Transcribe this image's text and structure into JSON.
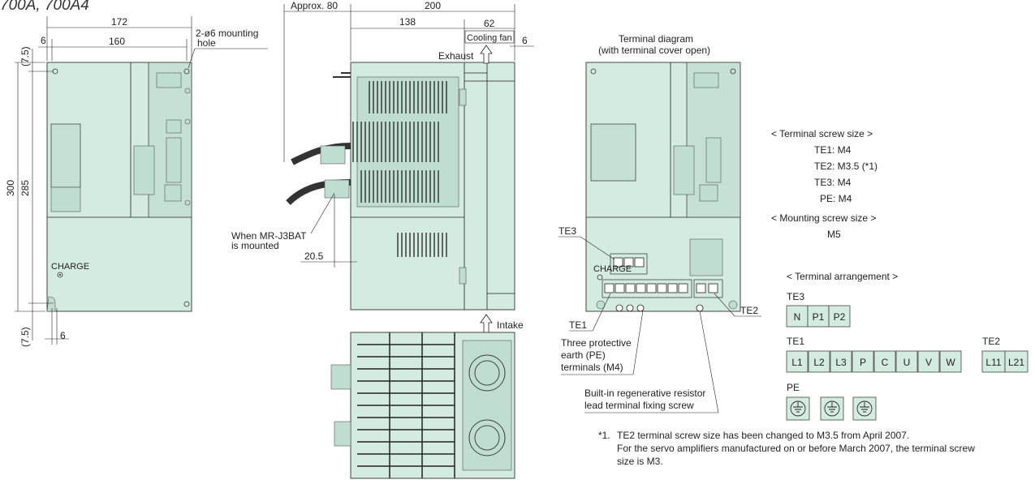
{
  "title_partial": "700A, 700A4",
  "front": {
    "dims": {
      "w172": "172",
      "w160": "160",
      "w6a": "6",
      "h300": "300",
      "h285": "285",
      "h75top": "(7.5)",
      "h75bot": "(7.5)",
      "w6b": "6"
    },
    "hole": "2-ø6 mounting",
    "hole2": "hole",
    "charge": "CHARGE"
  },
  "side": {
    "approx": "Approx. 80",
    "w200": "200",
    "w138": "138",
    "w62": "62",
    "fan": "Cooling fan",
    "w6": "6",
    "exhaust": "Exhaust",
    "intake": "Intake",
    "battery1": "When MR-J3BAT",
    "battery2": "is mounted",
    "w205": "20.5"
  },
  "terminal": {
    "title1": "Terminal diagram",
    "title2": "(with terminal cover open)",
    "te3": "TE3",
    "te1": "TE1",
    "te2": "TE2",
    "charge": "CHARGE",
    "pe1": "Three protective",
    "pe2": "earth (PE)",
    "pe3": "terminals (M4)",
    "reg1": "Built-in regenerative resistor",
    "reg2": "lead terminal fixing screw"
  },
  "screw": {
    "head": "< Terminal screw size >",
    "te1": "TE1: M4",
    "te2": "TE2: M3.5 (*1)",
    "te3": "TE3: M4",
    "pe": "PE: M4",
    "mhead": "< Mounting screw size >",
    "m": "M5"
  },
  "arrangement": {
    "head": "< Terminal arrangement >",
    "te3_label": "TE3",
    "te3": [
      "N",
      "P1",
      "P2"
    ],
    "te1_label": "TE1",
    "te1": [
      "L1",
      "L2",
      "L3",
      "P",
      "C",
      "U",
      "V",
      "W"
    ],
    "te2_label": "TE2",
    "te2": [
      "L11",
      "L21"
    ],
    "pe_label": "PE"
  },
  "note": {
    "mark": "*1.",
    "l1": "TE2 terminal screw size has been changed to M3.5 from April 2007.",
    "l2": "For the servo amplifiers manufactured on or before March 2007, the terminal screw",
    "l3": "size is M3."
  }
}
